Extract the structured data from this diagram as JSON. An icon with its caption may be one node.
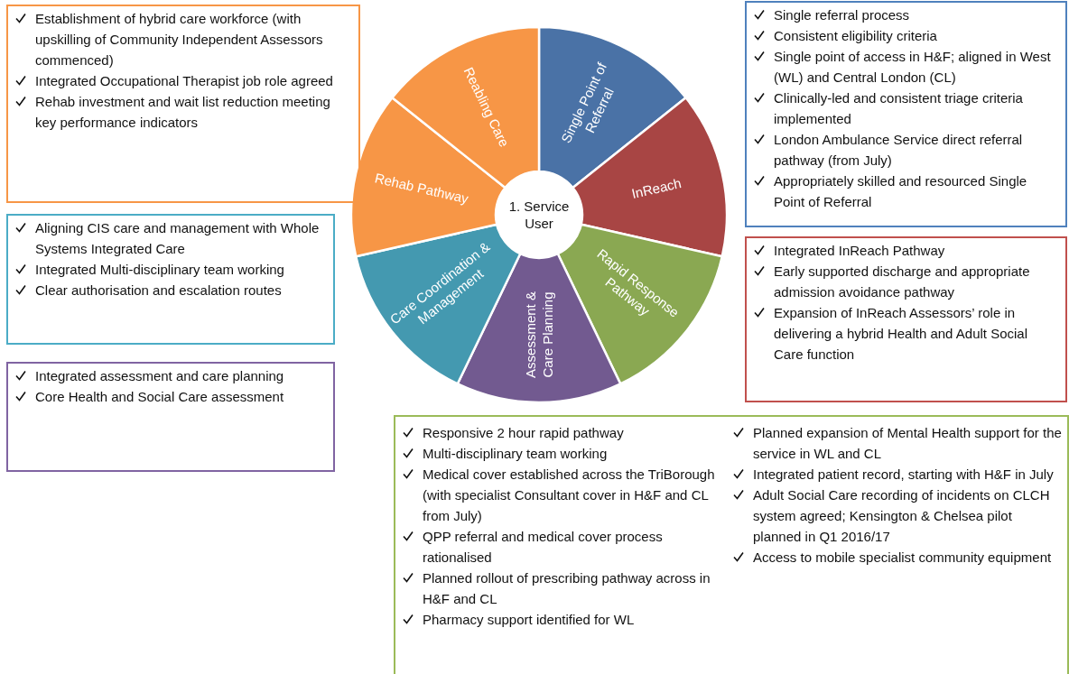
{
  "diagram": {
    "nodes": [
      {
        "text": [
          "1. Service User"
        ]
      },
      {
        "text": [
          "Single Point of Referral"
        ]
      },
      {
        "text": [
          "InReach"
        ]
      },
      {
        "text": [
          "Rapid Response Pathway"
        ]
      },
      {
        "text": [
          "Assessment & Care Planning"
        ]
      },
      {
        "text": [
          "Care Coordination & Management"
        ]
      },
      {
        "text": [
          "Rehab Pathway"
        ]
      },
      {
        "text": [
          "Reabling Care"
        ]
      },
      {
        "text": [
          "Establishment of hybrid care workforce (with upskilling of Community Independent Assessors commenced)",
          "Integrated Occupational Therapist job role agreed",
          "Rehab investment and wait list reduction meeting key performance indicators"
        ]
      },
      {
        "text": [
          "Aligning CIS care and management with Whole Systems Integrated Care",
          "Integrated Multi-disciplinary team working",
          "Clear authorisation and escalation routes"
        ]
      },
      {
        "text": [
          "Integrated assessment and care planning",
          "Core Health and Social Care assessment"
        ]
      },
      {
        "text": [
          "Single referral process",
          "Consistent eligibility criteria",
          "Single point of access in H&F; aligned in West (WL) and Central London (CL)",
          "Clinically-led and consistent triage criteria implemented",
          "London Ambulance Service  direct referral pathway (from July)",
          "Appropriately skilled and resourced Single Point of Referral"
        ]
      },
      {
        "text": [
          "Integrated InReach Pathway",
          "Early supported discharge and appropriate admission avoidance pathway",
          "Expansion of InReach Assessors’ role in delivering a hybrid Health and Adult Social Care function"
        ]
      },
      {
        "text": [
          "Responsive 2 hour rapid pathway",
          "Multi-disciplinary team working",
          "Medical cover established across the TriBorough (with specialist Consultant cover in H&F and CL from July)",
          "QPP referral and medical cover process rationalised",
          "Planned rollout of prescribing pathway across in H&F and CL",
          "Pharmacy support identified for WL",
          "Planned expansion of Mental Health support for the service in WL and CL",
          "Integrated patient record, starting with H&F in July",
          "Adult Social Care recording of incidents on CLCH system agreed; Kensington & Chelsea  pilot planned in Q1 2016/17",
          "Access to mobile specialist community equipment"
        ]
      }
    ]
  }
}
